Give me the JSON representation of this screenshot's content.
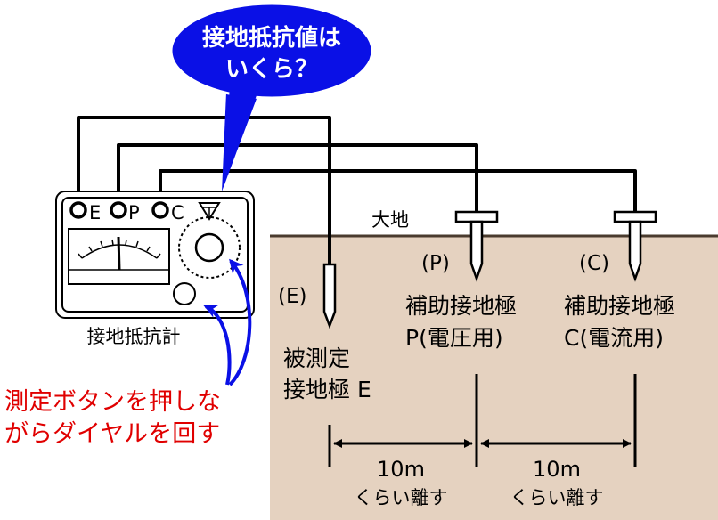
{
  "bubble": {
    "line1": "接地抵抗値は",
    "line2": "いくら？"
  },
  "meter": {
    "terminal_e": "E",
    "terminal_p": "P",
    "terminal_c": "C",
    "caption": "接地抵抗計"
  },
  "instruction": {
    "line1": "測定ボタンを押しな",
    "line2": "がらダイヤルを回す"
  },
  "ground": {
    "label": "大地"
  },
  "electrodes": {
    "e": {
      "tag": "(E)",
      "line1": "被測定",
      "line2": "接地極 E"
    },
    "p": {
      "tag": "(P)",
      "line1": "補助接地極",
      "line2": "P(電圧用)"
    },
    "c": {
      "tag": "(C)",
      "line1": "補助接地極",
      "line2": "C(電流用)"
    }
  },
  "distances": [
    {
      "value": "10m",
      "note": "くらい離す"
    },
    {
      "value": "10m",
      "note": "くらい離す"
    }
  ],
  "colors": {
    "bubble_fill": "#0a10e6",
    "ground_fill": "#e5d2c0",
    "ground_line": "#4a3b2e",
    "instruction_text": "#e00000",
    "arrow_blue": "#0a10e6"
  }
}
